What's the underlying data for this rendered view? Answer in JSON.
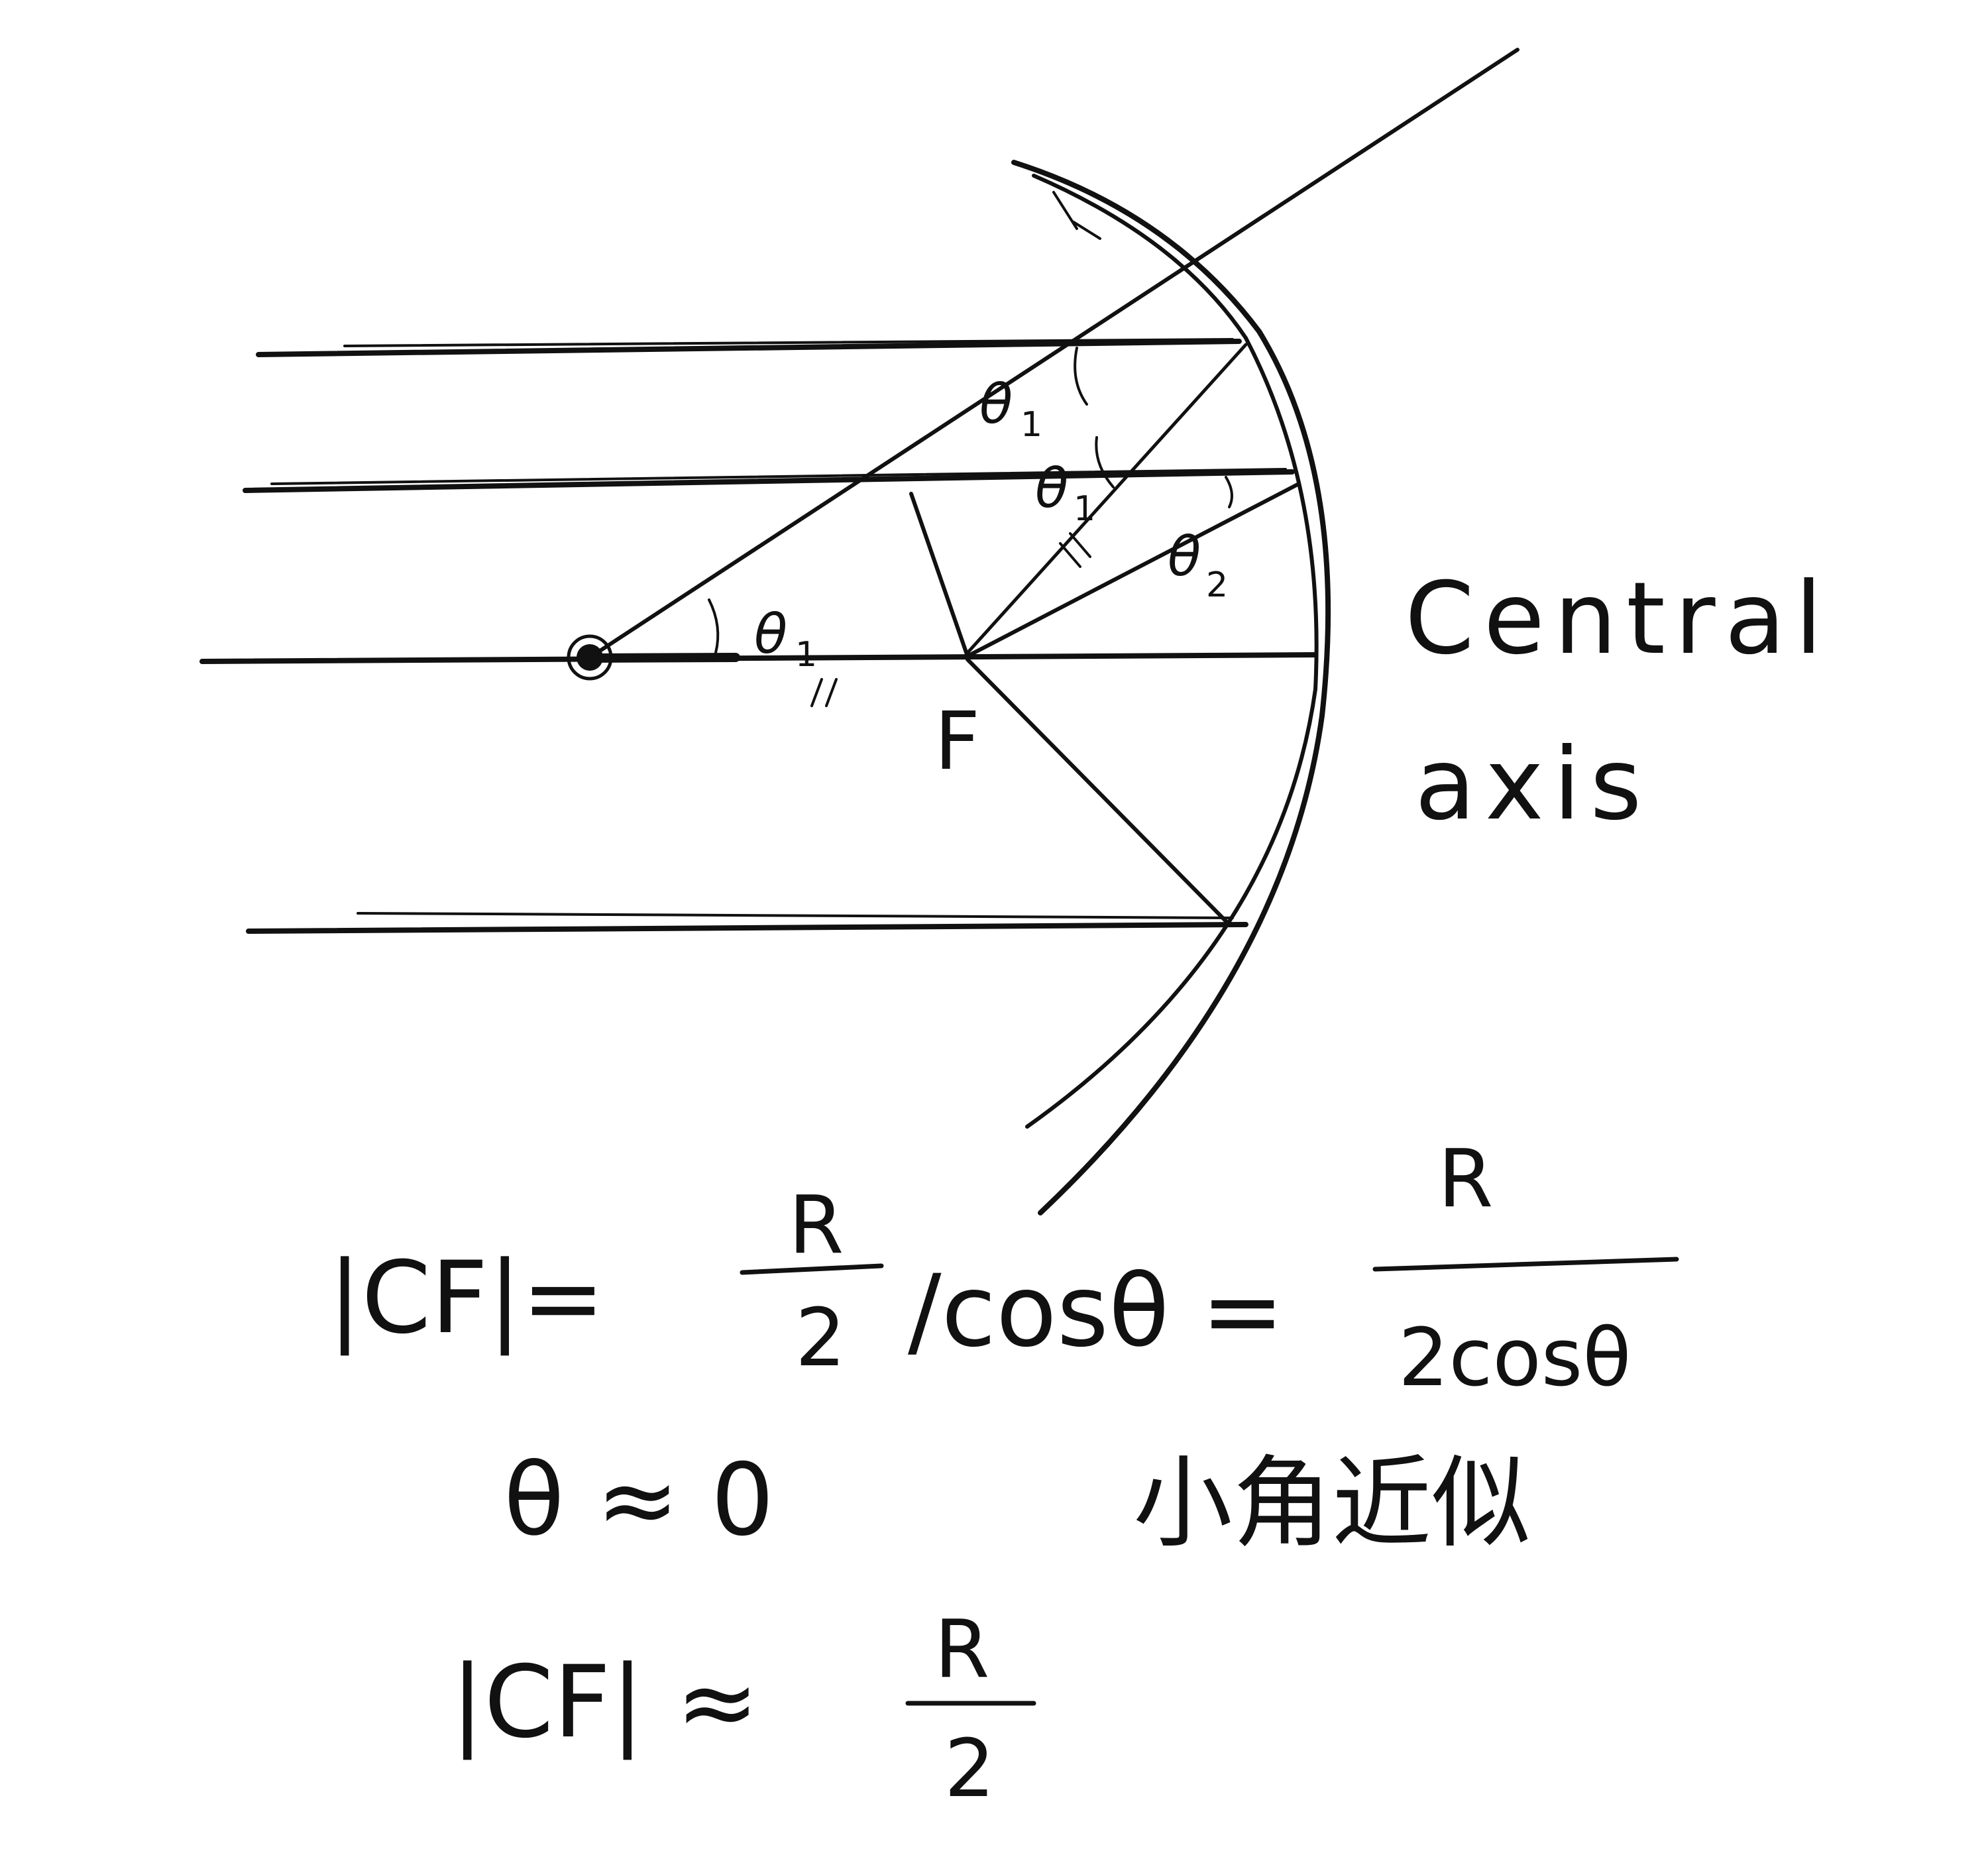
{
  "diagram": {
    "point_label": "F",
    "axis_label_line1": "Central",
    "axis_label_line2": "axis",
    "angle_labels": [
      "θ",
      "θ",
      "θ",
      "θ"
    ],
    "angle_subscripts": [
      "1",
      "1",
      "2",
      "1"
    ],
    "ink_color": "#111111",
    "background_color": "#ffffff"
  },
  "equations": {
    "line1": {
      "lhs": "|CF|=",
      "frac1_num": "R",
      "frac1_den": "2",
      "middle": "/cosθ =",
      "frac2_num": "R",
      "frac2_den": "2cosθ"
    },
    "line2": {
      "text": "θ ≈ 0",
      "note": "小角近似"
    },
    "line3": {
      "lhs": "|CF| ≈",
      "frac_num": "R",
      "frac_den": "2"
    }
  }
}
